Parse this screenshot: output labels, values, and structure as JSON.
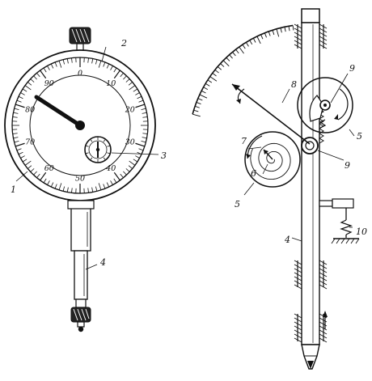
{
  "dial": {
    "numbers": [
      "0",
      "10",
      "20",
      "30",
      "40",
      "50",
      "60",
      "70",
      "80",
      "90"
    ]
  },
  "callouts": {
    "left": [
      "1",
      "2",
      "3",
      "4"
    ],
    "right": [
      "4",
      "5",
      "5",
      "6",
      "7",
      "8",
      "9",
      "9",
      "10"
    ]
  }
}
